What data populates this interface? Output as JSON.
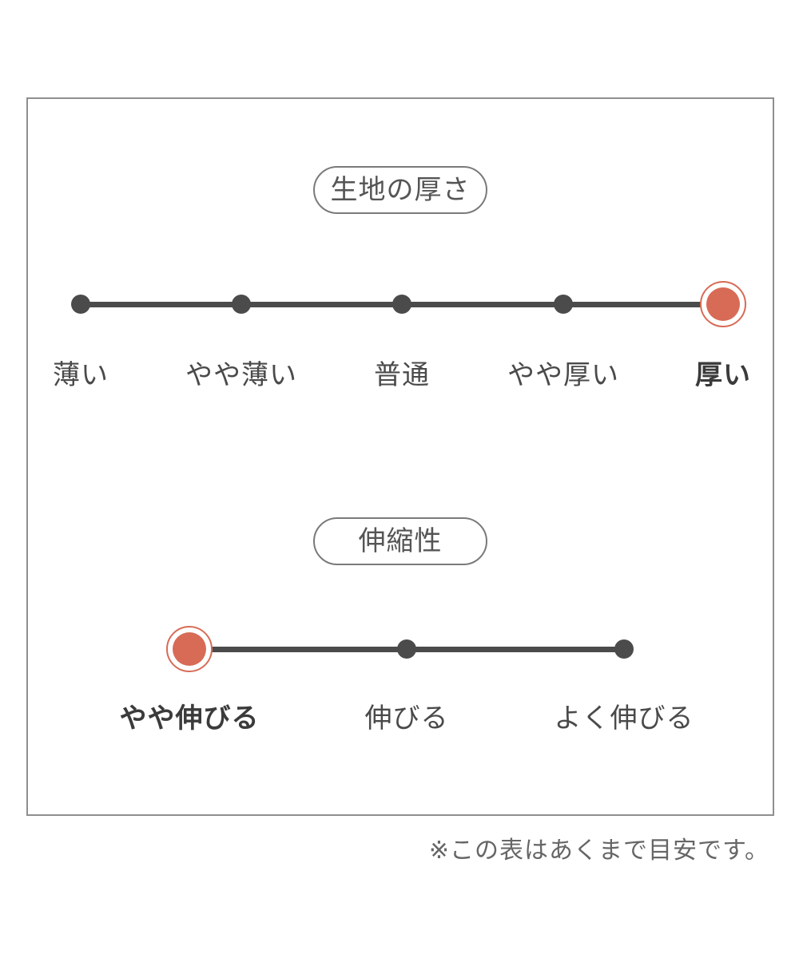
{
  "colors": {
    "accent": "#d76b56",
    "track": "#4b4b4b",
    "label": "#4a4a4a",
    "pill_border": "#7a7a7a",
    "box_border": "#8f8f8f",
    "note_text": "#666666"
  },
  "note": "※この表はあくまで目安です。",
  "chart_data": [
    {
      "type": "line",
      "title": "生地の厚さ",
      "categories": [
        "薄い",
        "やや薄い",
        "普通",
        "やや厚い",
        "厚い"
      ],
      "selected_category": "厚い",
      "selected_index": 4,
      "num_points": 5,
      "legend_position": "none",
      "grid": false
    },
    {
      "type": "line",
      "title": "伸縮性",
      "categories": [
        "やや伸びる",
        "伸びる",
        "よく伸びる"
      ],
      "selected_category": "やや伸びる",
      "selected_index": 0,
      "num_points": 3,
      "legend_position": "none",
      "grid": false
    }
  ]
}
